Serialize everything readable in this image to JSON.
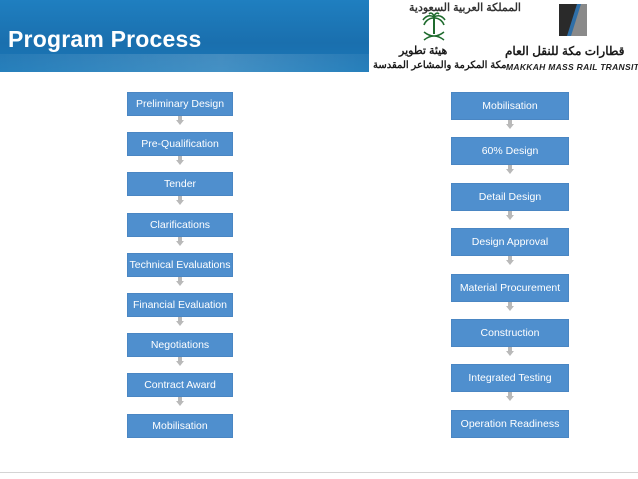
{
  "header": {
    "title": "Program Process",
    "colors": {
      "band": "#1a6fae",
      "box": "#4f8fce",
      "box_border": "#4a86c3",
      "arrow": "#b9b9b9"
    }
  },
  "logos": {
    "arabic_line1": "المملكة العربية السعودية",
    "arabic_line2": "هيئة تطوير",
    "arabic_line3": "مكة المكرمة والمشاعر المقدسة",
    "arabic_line4": "قطارات مكة للنقل العام",
    "mmrt_text": "MAKKAH MASS RAIL TRANSIT",
    "emblem_icon": "palm-and-swords-emblem-icon",
    "mmrt_icon": "mmrt-logo-icon"
  },
  "left_flow": {
    "steps": [
      "Preliminary Design",
      "Pre-Qualification",
      "Tender",
      "Clarifications",
      "Technical Evaluations",
      "Financial Evaluation",
      "Negotiations",
      "Contract Award",
      "Mobilisation"
    ]
  },
  "right_flow": {
    "steps": [
      "Mobilisation",
      "60% Design",
      "Detail Design",
      "Design Approval",
      "Material Procurement",
      "Construction",
      "Integrated Testing",
      "Operation Readiness"
    ]
  }
}
